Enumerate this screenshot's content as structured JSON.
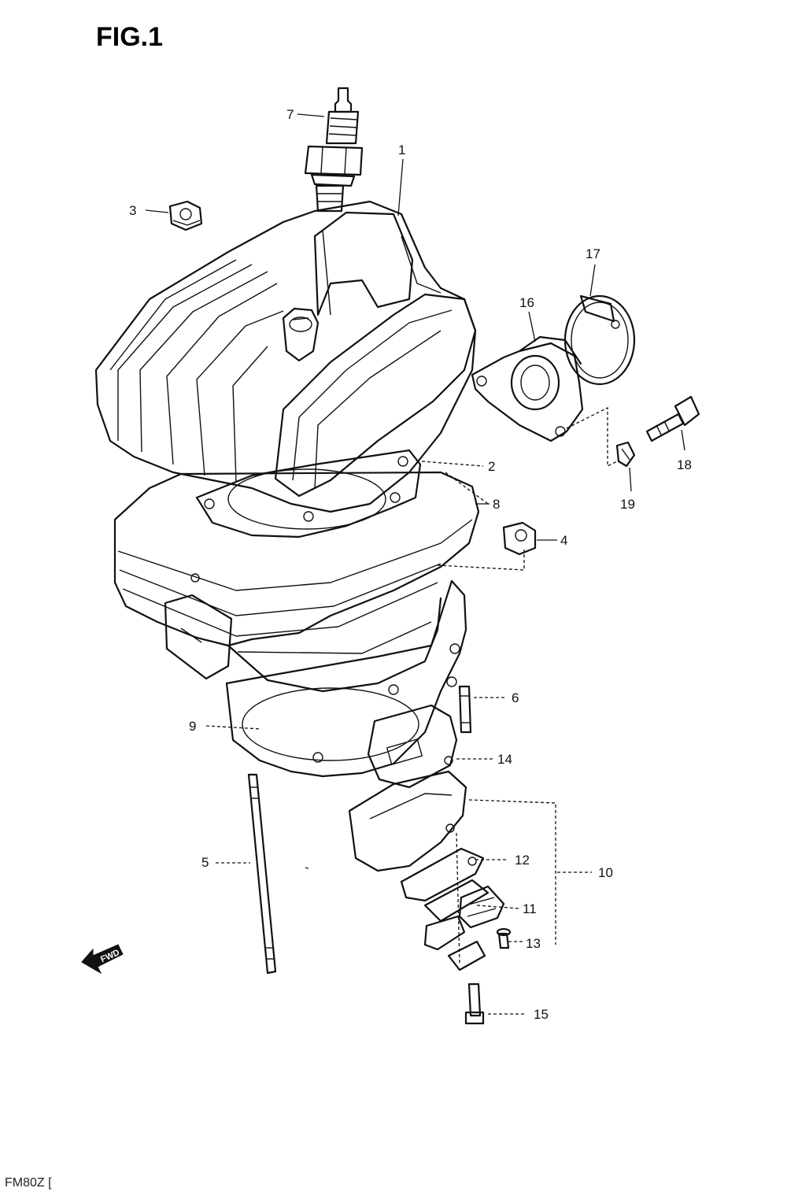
{
  "figure": {
    "title": "FIG.1",
    "footer_code": "FM80Z [",
    "fwd_label": "FWD"
  },
  "callouts": [
    {
      "id": "1",
      "text": "1"
    },
    {
      "id": "2",
      "text": "2"
    },
    {
      "id": "3",
      "text": "3"
    },
    {
      "id": "4",
      "text": "4"
    },
    {
      "id": "5",
      "text": "5"
    },
    {
      "id": "6",
      "text": "6"
    },
    {
      "id": "7",
      "text": "7"
    },
    {
      "id": "8",
      "text": "8"
    },
    {
      "id": "9",
      "text": "9"
    },
    {
      "id": "10",
      "text": "10"
    },
    {
      "id": "11",
      "text": "11"
    },
    {
      "id": "12",
      "text": "12"
    },
    {
      "id": "13",
      "text": "13"
    },
    {
      "id": "14",
      "text": "14"
    },
    {
      "id": "15",
      "text": "15"
    },
    {
      "id": "16",
      "text": "16"
    },
    {
      "id": "17",
      "text": "17"
    },
    {
      "id": "18",
      "text": "18"
    },
    {
      "id": "19",
      "text": "19"
    }
  ]
}
